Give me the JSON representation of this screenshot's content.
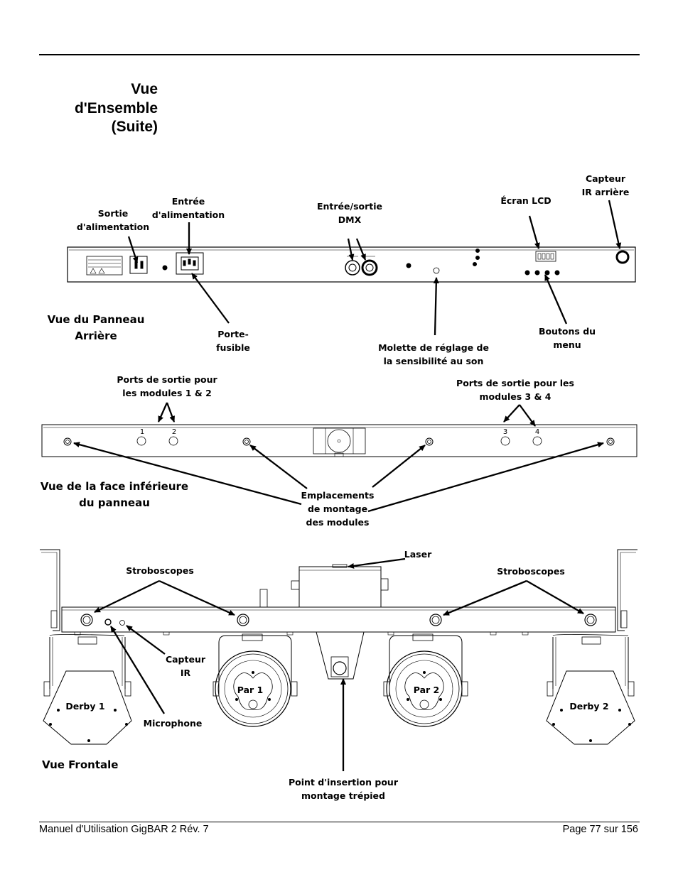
{
  "page": {
    "title": "Vue\nd'Ensemble\n(Suite)",
    "footer_left": "Manuel d'Utilisation GigBAR 2 Rév. 7",
    "footer_right": "Page 77 sur 156"
  },
  "rear_panel": {
    "view_title": "Vue du Panneau\nArrière",
    "labels": {
      "power_out": "Sortie\nd'alimentation",
      "power_in": "Entrée\nd'alimentation",
      "dmx": "Entrée/sortie\nDMX",
      "lcd": "Écran LCD",
      "ir_rear": "Capteur\nIR arrière",
      "fuse": "Porte-\nfusible",
      "sound_knob": "Molette de réglage de\nla sensibilité au son",
      "menu_buttons": "Boutons du\nmenu"
    }
  },
  "bottom_panel": {
    "view_title": "Vue de la face inférieure\ndu panneau",
    "labels": {
      "ports_12": "Ports de sortie pour\nles modules 1 & 2",
      "ports_34": "Ports de sortie pour les\nmodules 3 & 4",
      "mounts": "Emplacements\nde montage\ndes modules"
    },
    "port_numbers": [
      "1",
      "2",
      "3",
      "4"
    ]
  },
  "front_view": {
    "view_title": "Vue Frontale",
    "labels": {
      "laser": "Laser",
      "strobes_left": "Stroboscopes",
      "strobes_right": "Stroboscopes",
      "ir_sensor": "Capteur\nIR",
      "microphone": "Microphone",
      "tripod": "Point d'insertion pour\nmontage trépied"
    },
    "fixture_names": {
      "derby1": "Derby 1",
      "par1": "Par 1",
      "par2": "Par 2",
      "derby2": "Derby 2"
    }
  }
}
